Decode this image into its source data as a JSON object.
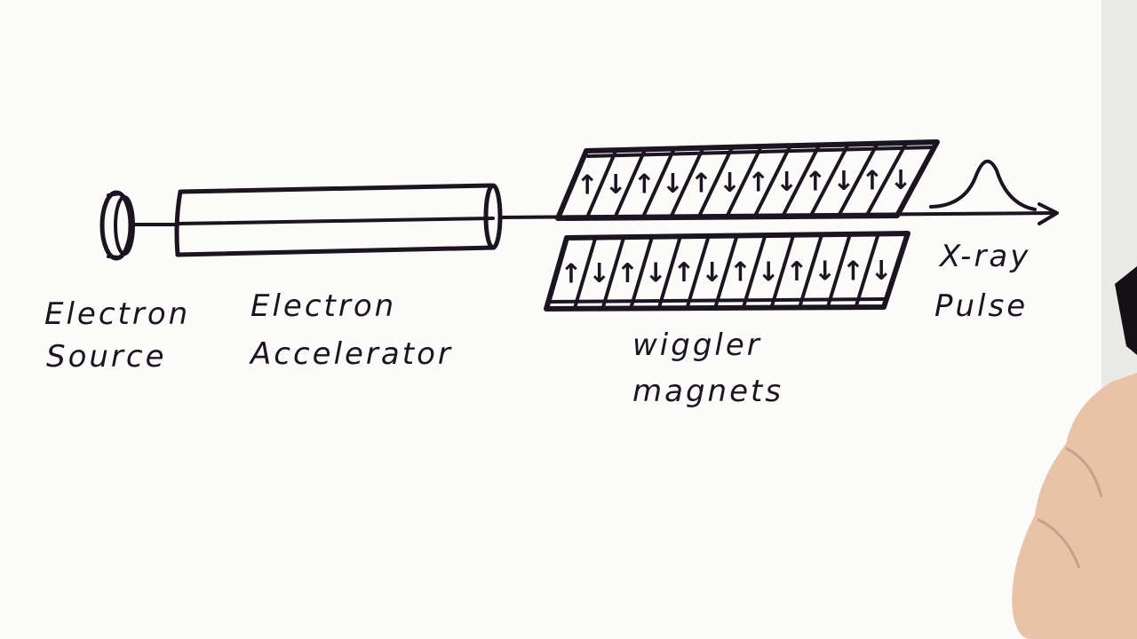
{
  "labels": {
    "electron_source_line1": "Electron",
    "electron_source_line2": "Source",
    "accelerator_line1": "Electron",
    "accelerator_line2": "Accelerator",
    "wiggler_line1": "wiggler",
    "wiggler_line2": "magnets",
    "xray_line1": "X-ray",
    "xray_line2": "Pulse"
  },
  "magnets": {
    "top_row": [
      "↑",
      "↓",
      "↑",
      "↓",
      "↑",
      "↓",
      "↑",
      "↓",
      "↑",
      "↓",
      "↑",
      "↓"
    ],
    "bottom_row": [
      "↑",
      "↓",
      "↑",
      "↓",
      "↑",
      "↓",
      "↑",
      "↓",
      "↑",
      "↓",
      "↑",
      "↓"
    ]
  },
  "colors": {
    "ink": "#1c1420",
    "paper": "#fbfbfa",
    "skin": "#e8c3a8"
  }
}
